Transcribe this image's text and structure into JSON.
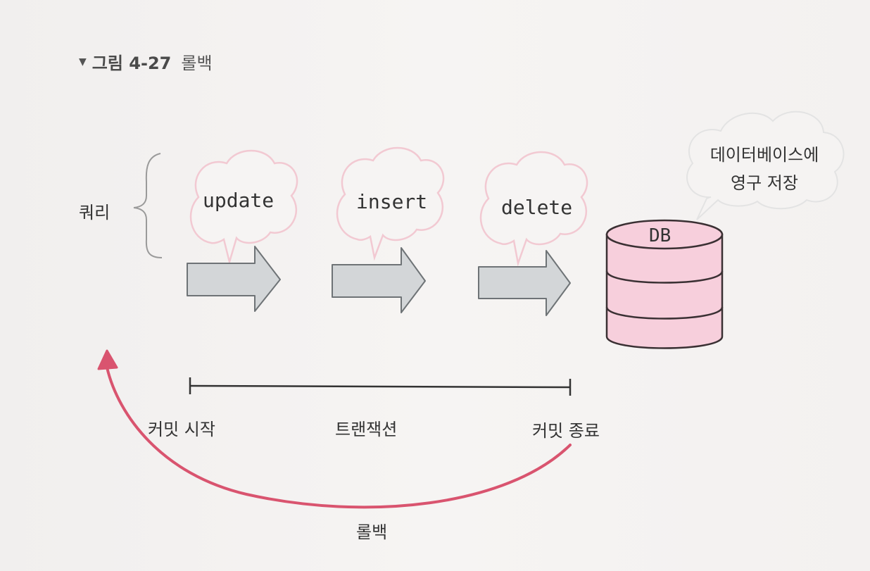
{
  "caption": {
    "marker": "▼",
    "figure_number": "그림 4-27",
    "figure_name": "롤백"
  },
  "query_label": "쿼리",
  "operations": [
    {
      "label": "update"
    },
    {
      "label": "insert"
    },
    {
      "label": "delete"
    }
  ],
  "database": {
    "label": "DB",
    "note_line1": "데이터베이스에",
    "note_line2": "영구 저장"
  },
  "timeline": {
    "start_label": "커밋 시작",
    "middle_label": "트랜잭션",
    "end_label": "커밋 종료"
  },
  "rollback_label": "롤백",
  "colors": {
    "arrow_fill": "#d3d6d8",
    "arrow_stroke": "#6e7376",
    "db_fill": "#f7cfdc",
    "db_stroke": "#3a3033",
    "bubble_stroke": "#f2c9d2",
    "rollback_arrow": "#d9546f",
    "note_bubble_stroke": "#e3e3e3"
  }
}
